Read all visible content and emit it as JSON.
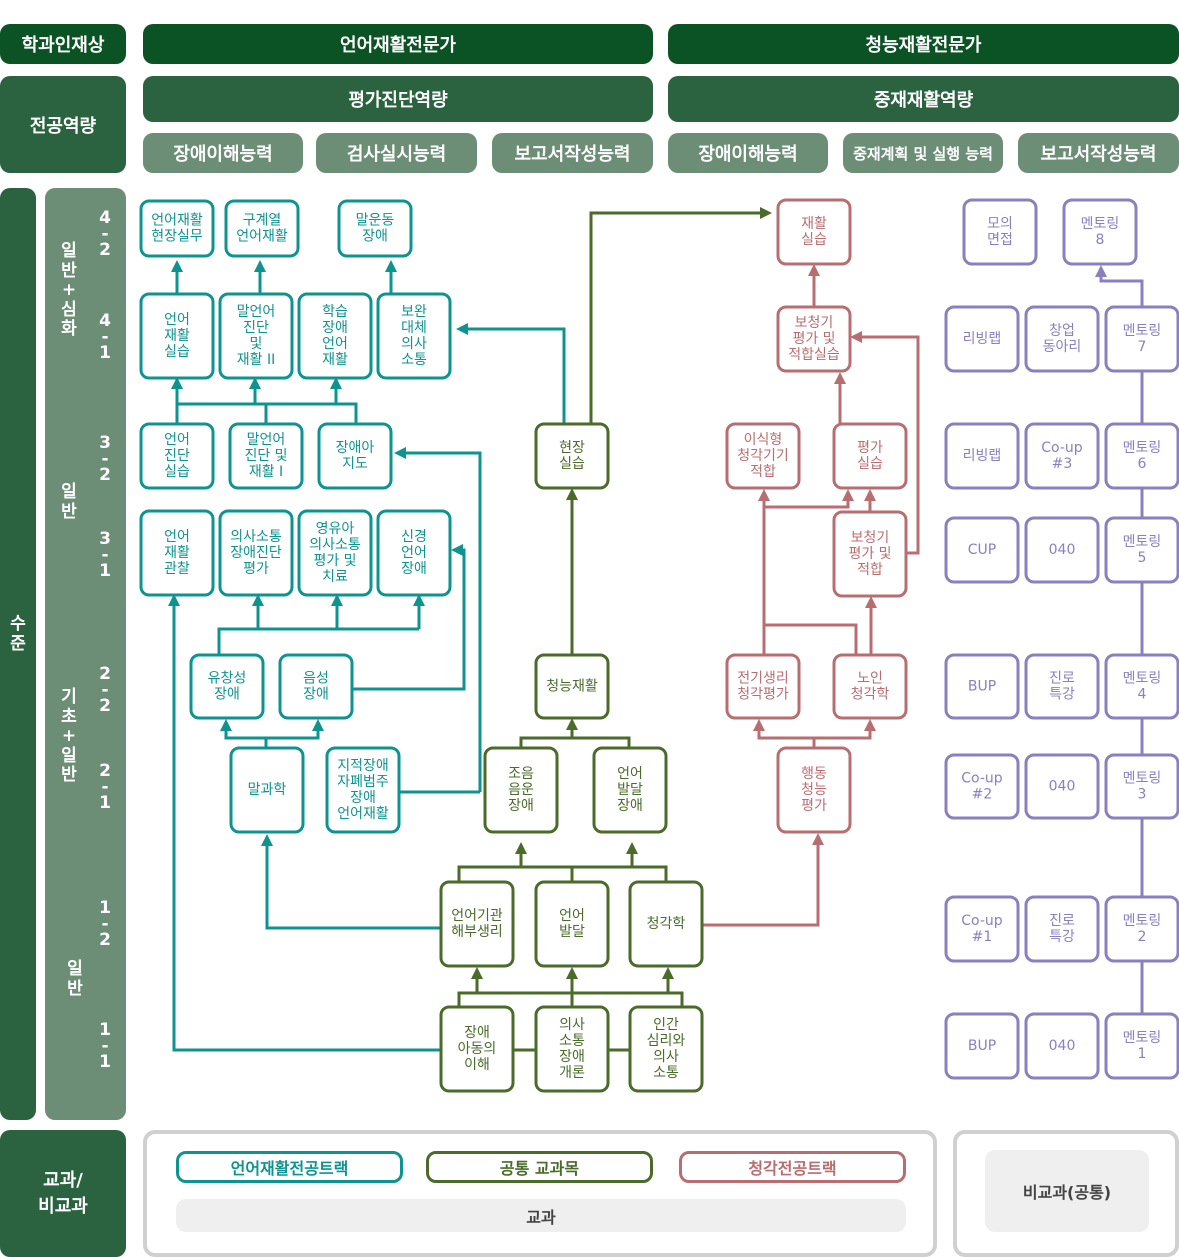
{
  "colors": {
    "dark_green": "#0b5324",
    "mid_green": "#2b6340",
    "light_green": "#6c8d76",
    "teal": "#0d9490",
    "olive": "#4a6b2a",
    "rose": "#b86e70",
    "purple": "#8b7fc0",
    "gray_border": "#d0d0d0"
  },
  "header": {
    "talent_label": "학과인재상",
    "competency_label": "전공역량",
    "speech_expert": "언어재활전문가",
    "hearing_expert": "청능재활전문가",
    "speech_competency": "평가진단역량",
    "hearing_competency": "중재재활역량",
    "speech_sub": [
      "장애이해능력",
      "검사실시능력",
      "보고서작성능력"
    ],
    "hearing_sub": [
      "장애이해능력",
      "중재계획 및 실행 능력",
      "보고서작성능력"
    ]
  },
  "levels": {
    "label": [
      "수",
      "준"
    ],
    "groups": [
      {
        "label": [
          "일",
          "반",
          "+",
          "심",
          "화"
        ]
      },
      {
        "label": [
          "일",
          "반"
        ]
      },
      {
        "label": [
          "기",
          "초",
          "+",
          "일",
          "반"
        ]
      },
      {
        "label": [
          "일",
          "반"
        ]
      }
    ],
    "semesters": [
      [
        "4",
        "-",
        "2"
      ],
      [
        "4",
        "-",
        "1"
      ],
      [
        "3",
        "-",
        "2"
      ],
      [
        "3",
        "-",
        "1"
      ],
      [
        "2",
        "-",
        "2"
      ],
      [
        "2",
        "-",
        "1"
      ],
      [
        "1",
        "-",
        "2"
      ],
      [
        "1",
        "-",
        "1"
      ]
    ]
  },
  "nodes": {
    "teal": [
      {
        "id": "t42a",
        "lines": [
          "언어재활",
          "현장실무"
        ]
      },
      {
        "id": "t42b",
        "lines": [
          "구계열",
          "언어재활"
        ]
      },
      {
        "id": "t42c",
        "lines": [
          "말운동",
          "장애"
        ]
      },
      {
        "id": "t41a",
        "lines": [
          "언어",
          "재활",
          "실습"
        ]
      },
      {
        "id": "t41b",
        "lines": [
          "말언어",
          "진단",
          "및",
          "재활 II"
        ]
      },
      {
        "id": "t41c",
        "lines": [
          "학습",
          "장애",
          "언어",
          "재활"
        ]
      },
      {
        "id": "t41d",
        "lines": [
          "보완",
          "대체",
          "의사",
          "소통"
        ]
      },
      {
        "id": "t32a",
        "lines": [
          "언어",
          "진단",
          "실습"
        ]
      },
      {
        "id": "t32b",
        "lines": [
          "말언어",
          "진단 및",
          "재활 I"
        ]
      },
      {
        "id": "t32c",
        "lines": [
          "장애아",
          "지도"
        ]
      },
      {
        "id": "t31a",
        "lines": [
          "언어",
          "재활",
          "관찰"
        ]
      },
      {
        "id": "t31b",
        "lines": [
          "의사소통",
          "장애진단",
          "평가"
        ]
      },
      {
        "id": "t31c",
        "lines": [
          "영유아",
          "의사소통",
          "평가 및",
          "치료"
        ]
      },
      {
        "id": "t31d",
        "lines": [
          "신경",
          "언어",
          "장애"
        ]
      },
      {
        "id": "t22a",
        "lines": [
          "유창성",
          "장애"
        ]
      },
      {
        "id": "t22b",
        "lines": [
          "음성",
          "장애"
        ]
      },
      {
        "id": "t21a",
        "lines": [
          "말과학"
        ]
      },
      {
        "id": "t21b",
        "lines": [
          "지적장애",
          "자폐범주",
          "장애",
          "언어재활"
        ]
      }
    ],
    "olive": [
      {
        "id": "o32",
        "lines": [
          "현장",
          "실습"
        ]
      },
      {
        "id": "o22",
        "lines": [
          "청능재활"
        ]
      },
      {
        "id": "o21a",
        "lines": [
          "조음",
          "음운",
          "장애"
        ]
      },
      {
        "id": "o21b",
        "lines": [
          "언어",
          "발달",
          "장애"
        ]
      },
      {
        "id": "o12a",
        "lines": [
          "언어기관",
          "해부생리"
        ]
      },
      {
        "id": "o12b",
        "lines": [
          "언어",
          "발달"
        ]
      },
      {
        "id": "o12c",
        "lines": [
          "청각학"
        ]
      },
      {
        "id": "o11a",
        "lines": [
          "장애",
          "아동의",
          "이해"
        ]
      },
      {
        "id": "o11b",
        "lines": [
          "의사",
          "소통",
          "장애",
          "개론"
        ]
      },
      {
        "id": "o11c",
        "lines": [
          "인간",
          "심리와",
          "의사",
          "소통"
        ]
      }
    ],
    "rose": [
      {
        "id": "r42",
        "lines": [
          "재활",
          "실습"
        ]
      },
      {
        "id": "r41",
        "lines": [
          "보청기",
          "평가 및",
          "적합실습"
        ]
      },
      {
        "id": "r32a",
        "lines": [
          "이식형",
          "청각기기",
          "적합"
        ]
      },
      {
        "id": "r32b",
        "lines": [
          "평가",
          "실습"
        ]
      },
      {
        "id": "r31",
        "lines": [
          "보청기",
          "평가 및",
          "적합"
        ]
      },
      {
        "id": "r22a",
        "lines": [
          "전기생리",
          "청각평가"
        ]
      },
      {
        "id": "r22b",
        "lines": [
          "노인",
          "청각학"
        ]
      },
      {
        "id": "r21",
        "lines": [
          "행동",
          "청능",
          "평가"
        ]
      }
    ],
    "purple": [
      {
        "id": "p42a",
        "lines": [
          "모의",
          "면접"
        ]
      },
      {
        "id": "p42b",
        "lines": [
          "멘토링",
          "8"
        ]
      },
      {
        "id": "p41a",
        "lines": [
          "리빙랩"
        ]
      },
      {
        "id": "p41b",
        "lines": [
          "창업",
          "동아리"
        ]
      },
      {
        "id": "p41c",
        "lines": [
          "멘토링",
          "7"
        ]
      },
      {
        "id": "p32a",
        "lines": [
          "리빙랩"
        ]
      },
      {
        "id": "p32b",
        "lines": [
          "Co-up",
          "#3"
        ]
      },
      {
        "id": "p32c",
        "lines": [
          "멘토링",
          "6"
        ]
      },
      {
        "id": "p31a",
        "lines": [
          "CUP"
        ]
      },
      {
        "id": "p31b",
        "lines": [
          "040"
        ]
      },
      {
        "id": "p31c",
        "lines": [
          "멘토링",
          "5"
        ]
      },
      {
        "id": "p22a",
        "lines": [
          "BUP"
        ]
      },
      {
        "id": "p22b",
        "lines": [
          "진로",
          "특강"
        ]
      },
      {
        "id": "p22c",
        "lines": [
          "멘토링",
          "4"
        ]
      },
      {
        "id": "p21a",
        "lines": [
          "Co-up",
          "#2"
        ]
      },
      {
        "id": "p21b",
        "lines": [
          "040"
        ]
      },
      {
        "id": "p21c",
        "lines": [
          "멘토링",
          "3"
        ]
      },
      {
        "id": "p12a",
        "lines": [
          "Co-up",
          "#1"
        ]
      },
      {
        "id": "p12b",
        "lines": [
          "진로",
          "특강"
        ]
      },
      {
        "id": "p12c",
        "lines": [
          "멘토링",
          "2"
        ]
      },
      {
        "id": "p11a",
        "lines": [
          "BUP"
        ]
      },
      {
        "id": "p11b",
        "lines": [
          "040"
        ]
      },
      {
        "id": "p11c",
        "lines": [
          "멘토링",
          "1"
        ]
      }
    ]
  },
  "footer": {
    "label": [
      "교과/",
      "비교과"
    ],
    "speech_track": "언어재활전공트랙",
    "common": "공통 교과목",
    "hearing_track": "청각전공트랙",
    "curricular": "교과",
    "extracurricular": "비교과(공통)"
  }
}
